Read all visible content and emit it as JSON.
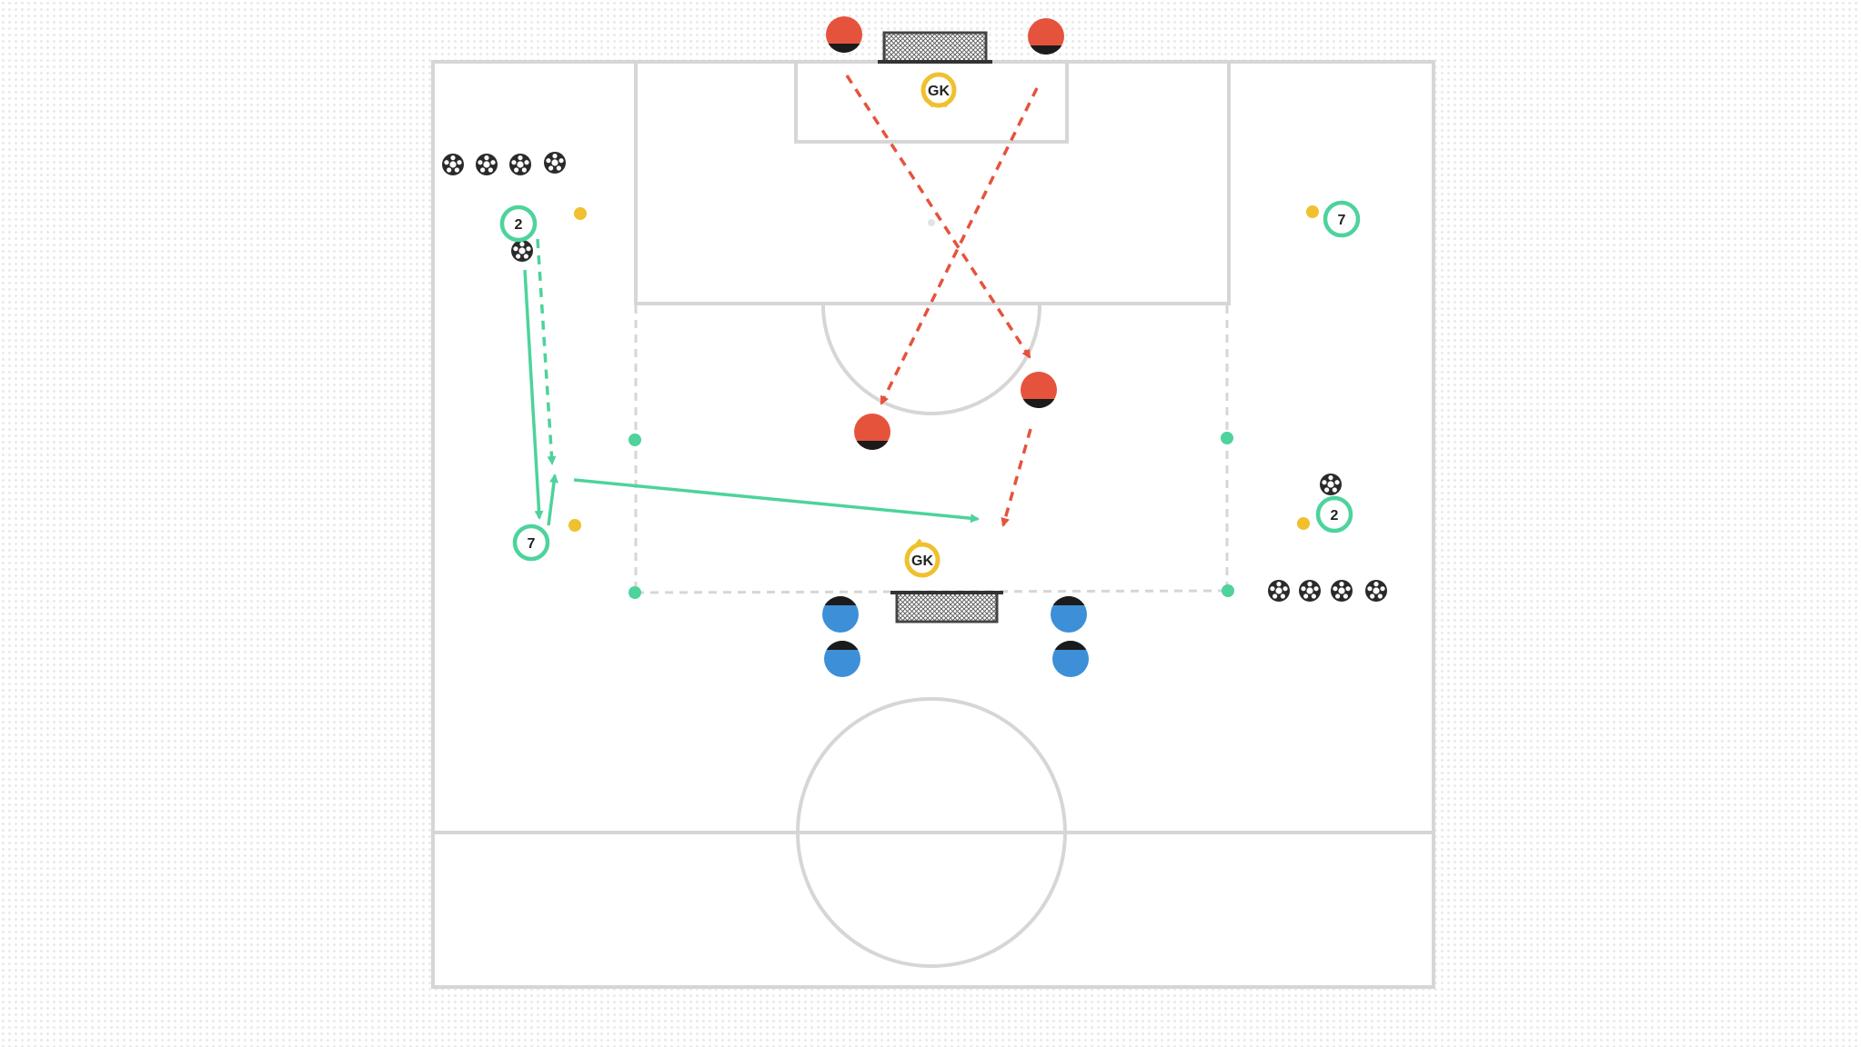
{
  "colors": {
    "pitch_background": "#ffffff",
    "pitch_lines": "#d6d6d6",
    "team_red": "#e5533d",
    "team_blue": "#3d8fd8",
    "player_marker": "#4dd39b",
    "goalkeeper": "#f0c02e",
    "cone": "#f0c02e",
    "arrow_red": "#e5533d",
    "arrow_green": "#4dd39b",
    "ball": "#2a2a2a"
  },
  "labels": {
    "goalkeeper_top": "GK",
    "goalkeeper_bottom": "GK",
    "player_left_top": "2",
    "player_left_bottom": "7",
    "player_right_top": "7",
    "player_right_bottom": "2"
  },
  "icons": {
    "ball": "soccer-ball-icon",
    "goal": "goal-net-icon",
    "cone": "cone-marker-icon"
  },
  "counts": {
    "red_players": 4,
    "blue_players": 4,
    "balls": 10,
    "goals": 2
  }
}
